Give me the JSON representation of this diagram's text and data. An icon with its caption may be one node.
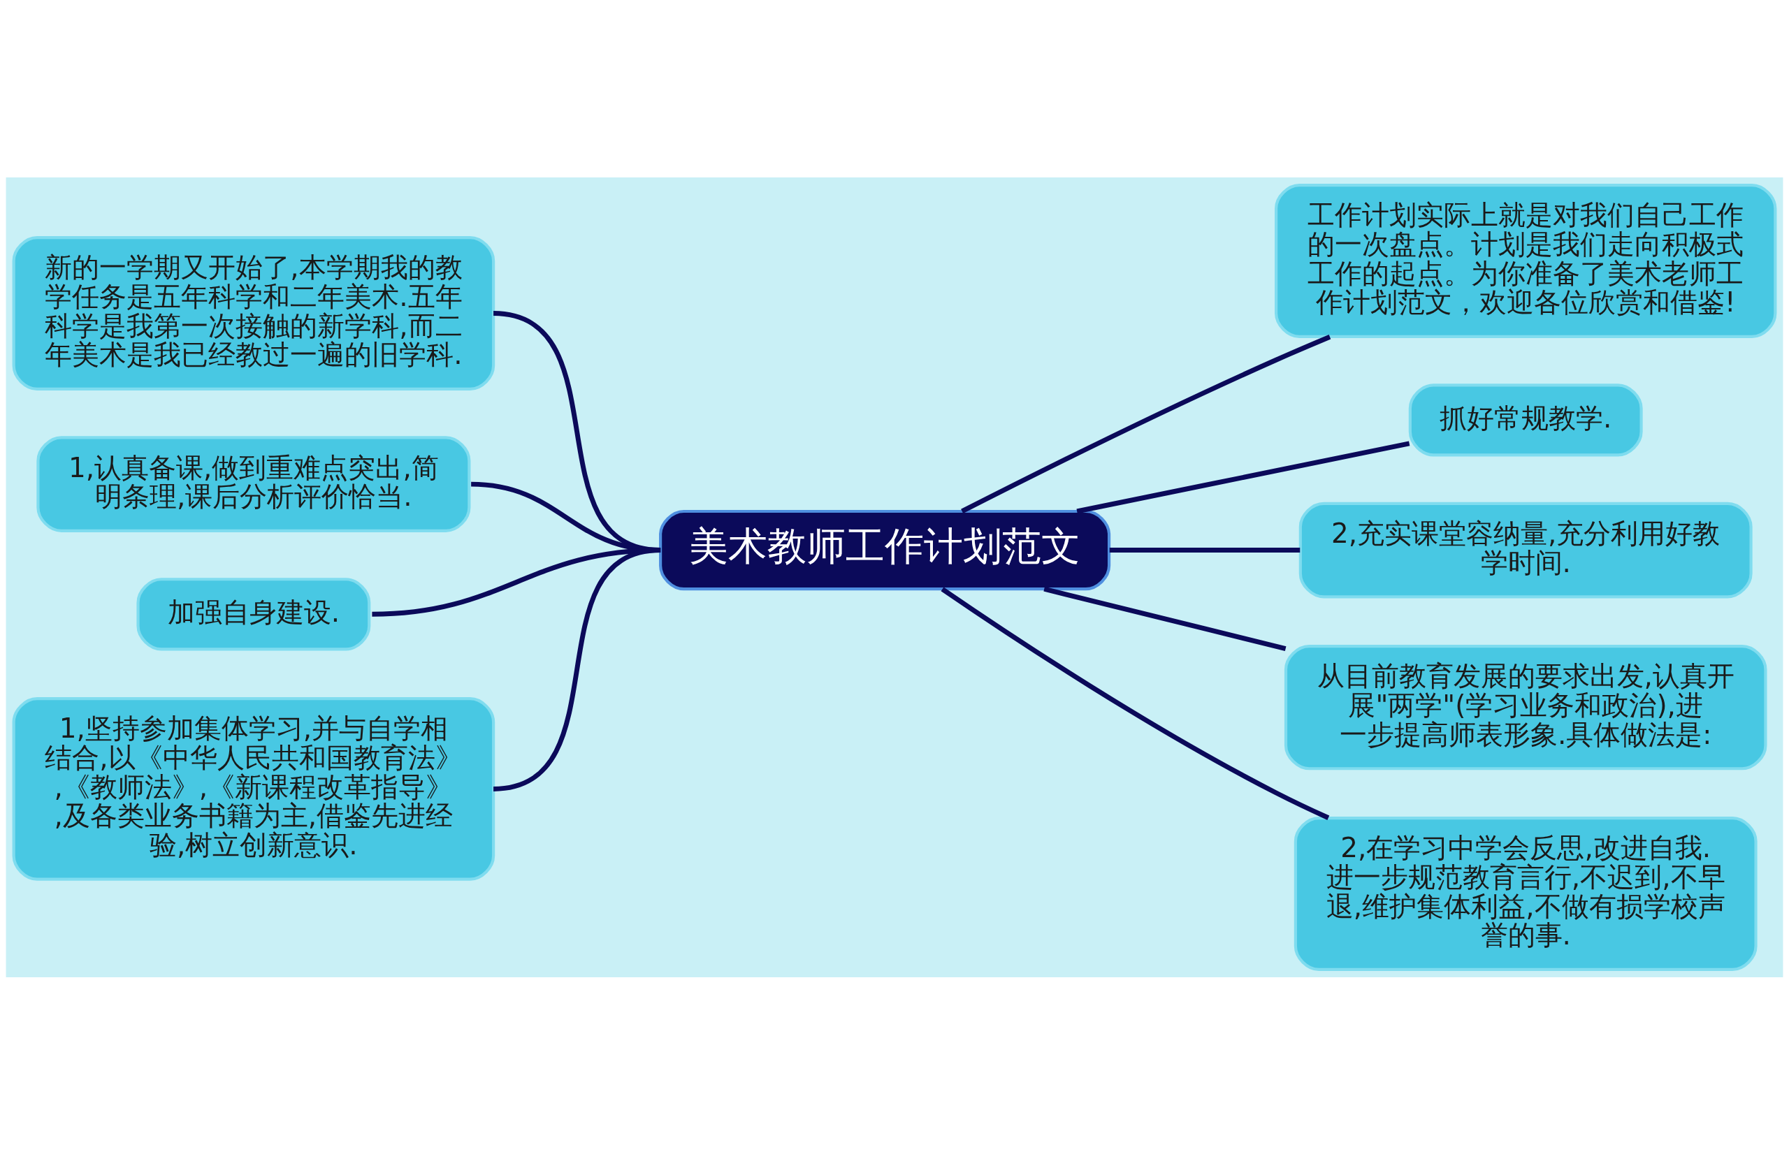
{
  "diagram": {
    "nodes": [
      {
        "text": [
          "美术教师工作计划范文"
        ]
      },
      {
        "text": [
          "新的一学期又开始了,本学期我的教学任务是五年科学和二年美术.五年科学是我第一次接触的新学科,而二年美术是我已经教过一遍的旧学科."
        ]
      },
      {
        "text": [
          "1,认真备课,做到重难点突出,简明条理,课后分析评价恰当."
        ]
      },
      {
        "text": [
          "加强自身建设."
        ]
      },
      {
        "text": [
          "1,坚持参加集体学习,并与自学相结合,以《中华人民共和国教育法》,《教师法》,《新课程改革指导》,及各类业务书籍为主,借鉴先进经验,树立创新意识."
        ]
      },
      {
        "text": [
          "工作计划实际上就是对我们自己工作的一次盘点。计划是我们走向积极式工作的起点。为你准备了美术老师工作计划范文，欢迎各位欣赏和借鉴!"
        ]
      },
      {
        "text": [
          "抓好常规教学."
        ]
      },
      {
        "text": [
          "2,充实课堂容纳量,充分利用好教学时间."
        ]
      },
      {
        "text": [
          "从目前教育发展的要求出发,认真开展\"两学\"(学习业务和政治),进一步提高师表形象.具体做法是:"
        ]
      },
      {
        "text": [
          "2,在学习中学会反思,改进自我.进一步规范教育言行,不迟到,不早退,维护集体利益,不做有损学校声誉的事."
        ]
      }
    ],
    "edges": [
      {
        "from": 0,
        "to": 1,
        "arrow": "none"
      },
      {
        "from": 0,
        "to": 2,
        "arrow": "none"
      },
      {
        "from": 0,
        "to": 3,
        "arrow": "none"
      },
      {
        "from": 0,
        "to": 4,
        "arrow": "none"
      },
      {
        "from": 0,
        "to": 5,
        "arrow": "none"
      },
      {
        "from": 0,
        "to": 6,
        "arrow": "none"
      },
      {
        "from": 0,
        "to": 7,
        "arrow": "none"
      },
      {
        "from": 0,
        "to": 8,
        "arrow": "none"
      },
      {
        "from": 0,
        "to": 9,
        "arrow": "none"
      }
    ]
  }
}
